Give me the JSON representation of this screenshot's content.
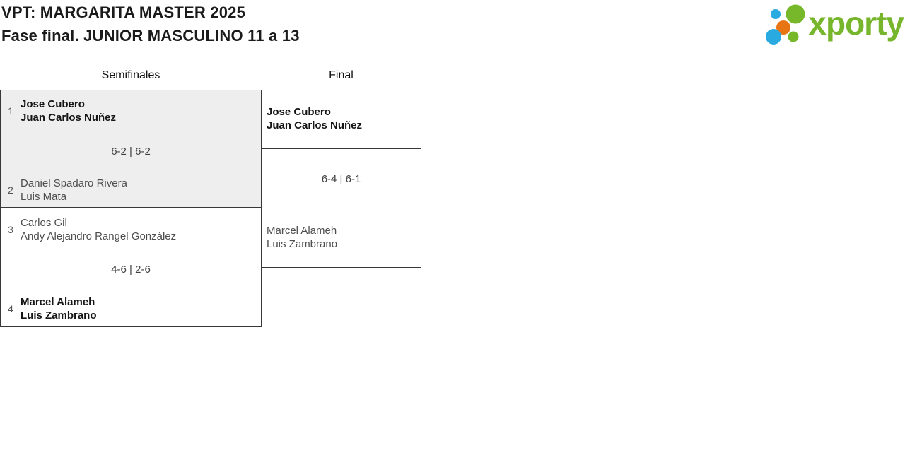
{
  "header": {
    "title": "VPT: MARGARITA MASTER 2025",
    "subtitle": "Fase final. JUNIOR MASCULINO 11 a 13"
  },
  "logo": {
    "text": "xporty",
    "colors": {
      "green": "#76b82a",
      "blue": "#29abe2",
      "orange": "#e87514"
    }
  },
  "bracket": {
    "round_labels": {
      "semifinals": "Semifinales",
      "final": "Final"
    },
    "matches": [
      {
        "id": "semifinal-1",
        "round": "Semifinales",
        "seed_a": "1",
        "team_a": {
          "player1": "Jose Cubero",
          "player2": "Juan Carlos Nuñez"
        },
        "score": "6-2 | 6-2",
        "seed_b": "2",
        "team_b": {
          "player1": "Daniel Spadaro Rivera",
          "player2": "Luis Mata"
        },
        "winner": "team_a"
      },
      {
        "id": "semifinal-2",
        "round": "Semifinales",
        "seed_a": "3",
        "team_a": {
          "player1": "Carlos Gil",
          "player2": "Andy Alejandro Rangel González"
        },
        "score": "4-6 | 2-6",
        "seed_b": "4",
        "team_b": {
          "player1": "Marcel Alameh",
          "player2": "Luis Zambrano"
        },
        "winner": "team_b"
      },
      {
        "id": "final",
        "round": "Final",
        "team_a": {
          "player1": "Jose Cubero",
          "player2": "Juan Carlos Nuñez"
        },
        "score": "6-4 | 6-1",
        "team_b": {
          "player1": "Marcel Alameh",
          "player2": "Luis Zambrano"
        },
        "winner": "team_a"
      }
    ]
  },
  "colors": {
    "shaded_match_fill": "#eeeeee",
    "border": "#383838",
    "winner_text": "#151515",
    "loser_text": "#4e4e4e"
  }
}
